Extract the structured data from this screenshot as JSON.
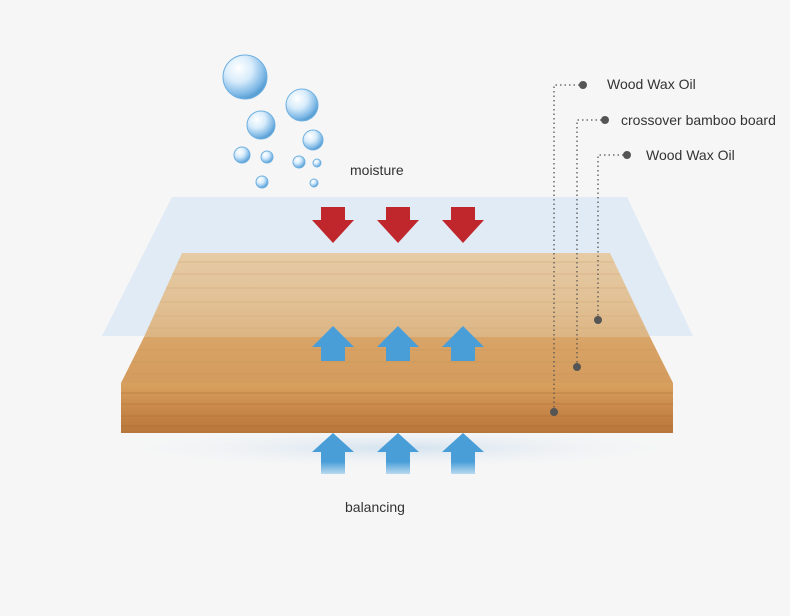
{
  "labels": {
    "moisture": "moisture",
    "balancing": "balancing"
  },
  "layers": [
    {
      "label": "Wood Wax Oil"
    },
    {
      "label": "crossover bamboo board"
    },
    {
      "label": "Wood Wax Oil"
    }
  ],
  "colors": {
    "background": "#f6f6f6",
    "moisture_arrow": "#c0272d",
    "balancing_arrow": "#4a9ed8",
    "film": "#dce9f5",
    "bamboo_light": "#e3c49b",
    "bamboo_mid": "#d9a56d",
    "bamboo_edge": "#c98a48",
    "callout": "#555555"
  },
  "icons": {
    "bubbles": "water-bubble-icon",
    "arrows_down": "arrow-down-icon",
    "arrows_up": "arrow-up-icon"
  }
}
